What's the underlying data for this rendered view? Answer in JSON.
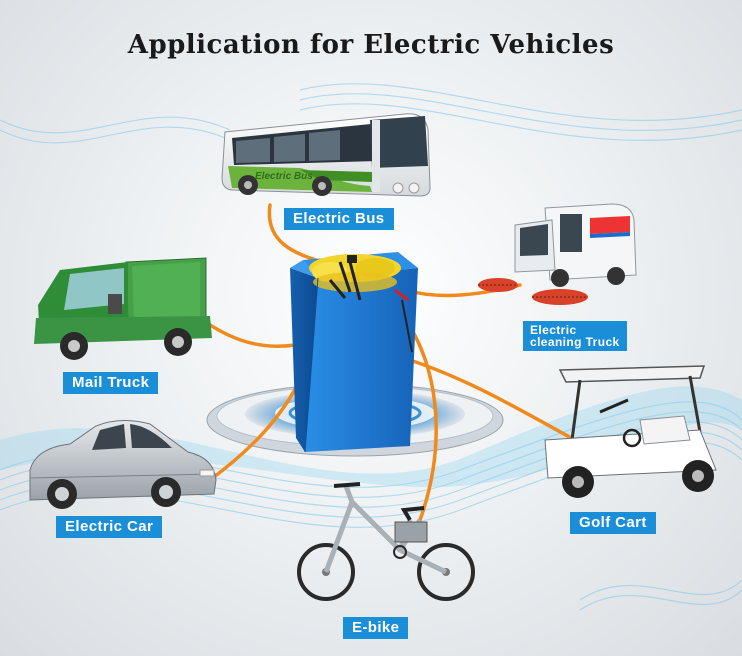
{
  "title": "Application for Electric Vehicles",
  "labels": {
    "bus": "Electric Bus",
    "cleaning_line1": "Electric",
    "cleaning_line2": "cleaning Truck",
    "mail": "Mail Truck",
    "golf": "Golf Cart",
    "car": "Electric Car",
    "ebike": "E-bike"
  },
  "bus_sign": "Electric Bus",
  "colors": {
    "label_bg": "#1b8ed8",
    "cable": "#f08a1c",
    "battery": "#1f7fd6",
    "wave": "#7ec8ec"
  }
}
